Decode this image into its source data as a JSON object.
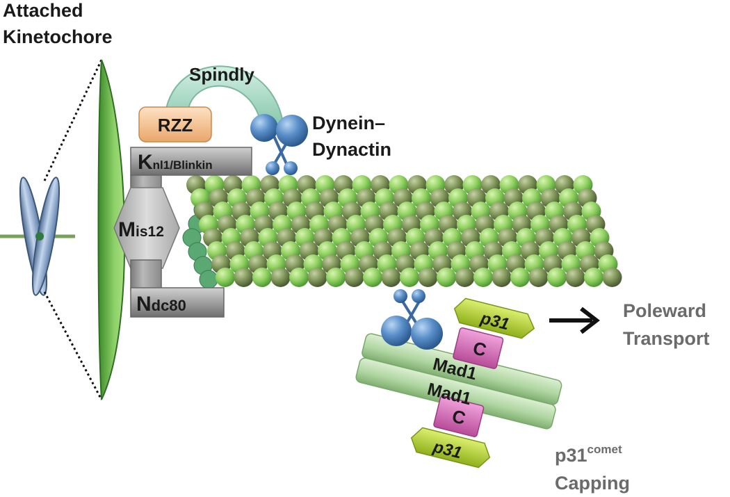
{
  "labels": {
    "attached_kinetochore": [
      "Attached",
      "Kinetochore"
    ],
    "spindly": "Spindly",
    "dynein_dynactin": [
      "Dynein–",
      "Dynactin"
    ],
    "rzz": "RZZ",
    "knl1": {
      "initial": "K",
      "rest": "nl1/Blinkin"
    },
    "mis12": {
      "initial": "M",
      "rest": "is12"
    },
    "ndc80": {
      "initial": "N",
      "rest": "dc80"
    },
    "p31_top": "p31",
    "c_top": "C",
    "mad1_top": "Mad1",
    "mad1_bottom": "Mad1",
    "c_bottom": "C",
    "p31_bottom": "p31",
    "poleward_transport": [
      "Poleward",
      "Transport"
    ],
    "p31_comet_capping": {
      "base": "p31",
      "sup": "comet",
      "second": "Capping"
    }
  },
  "colors": {
    "kinetochore_plate": "#8cd068",
    "rzz": "#f7c99c",
    "spindly": "#a6dcc6",
    "dynein": "#5a8fc9",
    "gray_box": "#9a9a9a",
    "tubulin_light": "#9ad468",
    "tubulin_dark": "#7a8f58",
    "mad1": "#b4d9a8",
    "c_box": "#d85fb4",
    "p31": "#b6d62a",
    "chromosome": "#a8c0e0",
    "spindle_line": "#7aa05c",
    "grey_text": "#6b6b6b"
  },
  "icons": [
    "chromosome-icon",
    "dynein-motor-icon",
    "arrow-right-icon"
  ]
}
